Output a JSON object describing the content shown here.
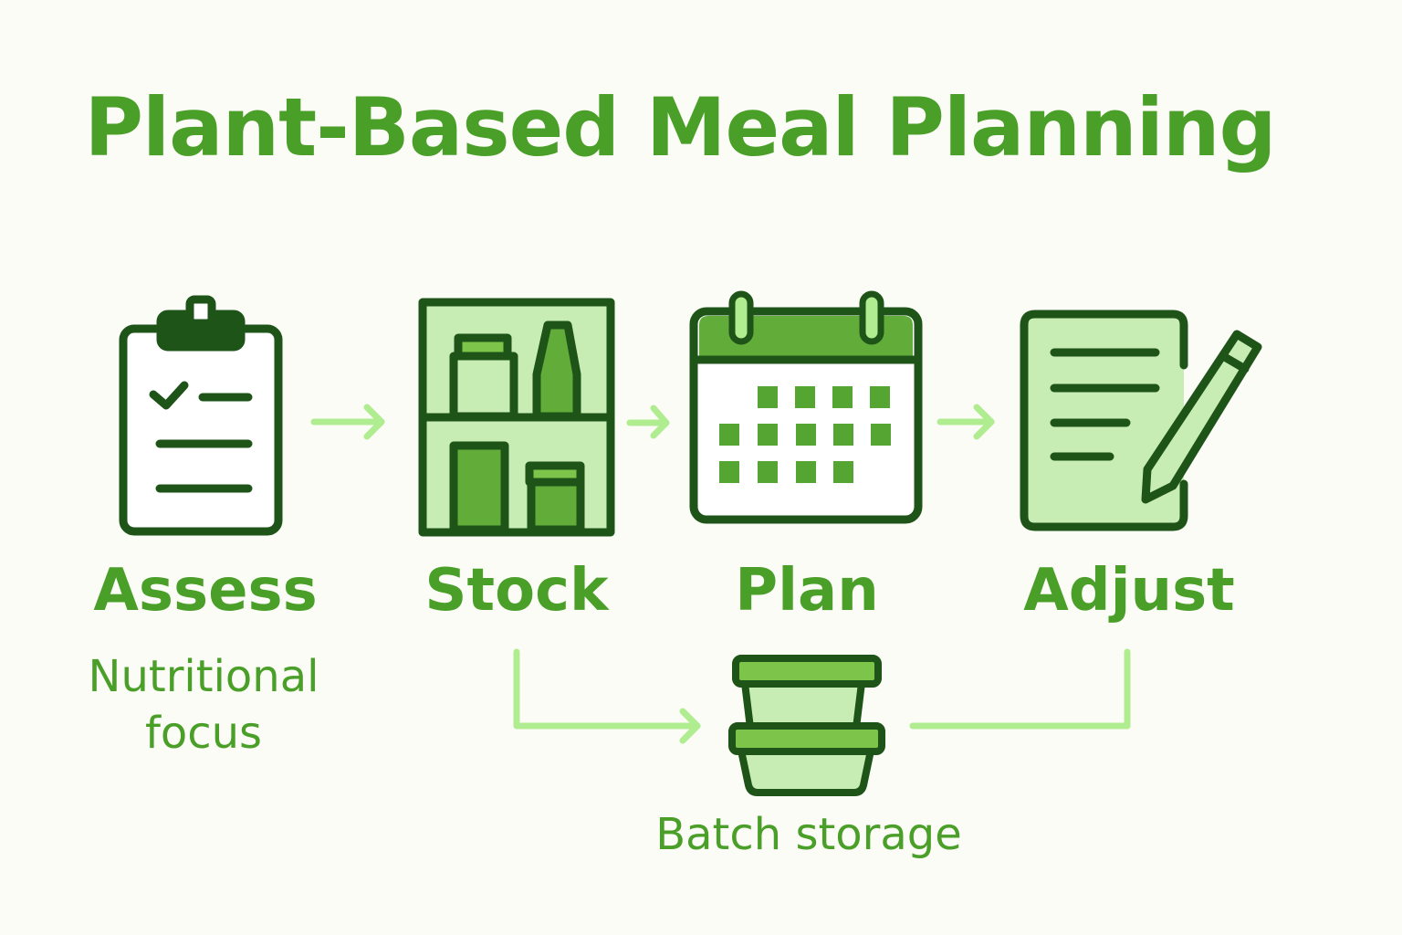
{
  "title": "Plant-Based Meal Planning",
  "steps": [
    {
      "label": "Assess",
      "icon": "clipboard-checklist-icon"
    },
    {
      "label": "Stock",
      "icon": "pantry-shelf-icon"
    },
    {
      "label": "Plan",
      "icon": "calendar-icon"
    },
    {
      "label": "Adjust",
      "icon": "notepad-pencil-icon"
    }
  ],
  "assess_note_line1": "Nutritional",
  "assess_note_line2": "focus",
  "batch": {
    "label": "Batch storage",
    "icon": "stacked-containers-icon"
  },
  "colors": {
    "dark": "#1e5418",
    "mid": "#62ad3a",
    "light": "#c8edb4",
    "arrow": "#b0ec90",
    "text": "#4a9f28",
    "background": "#fcfcf7"
  }
}
